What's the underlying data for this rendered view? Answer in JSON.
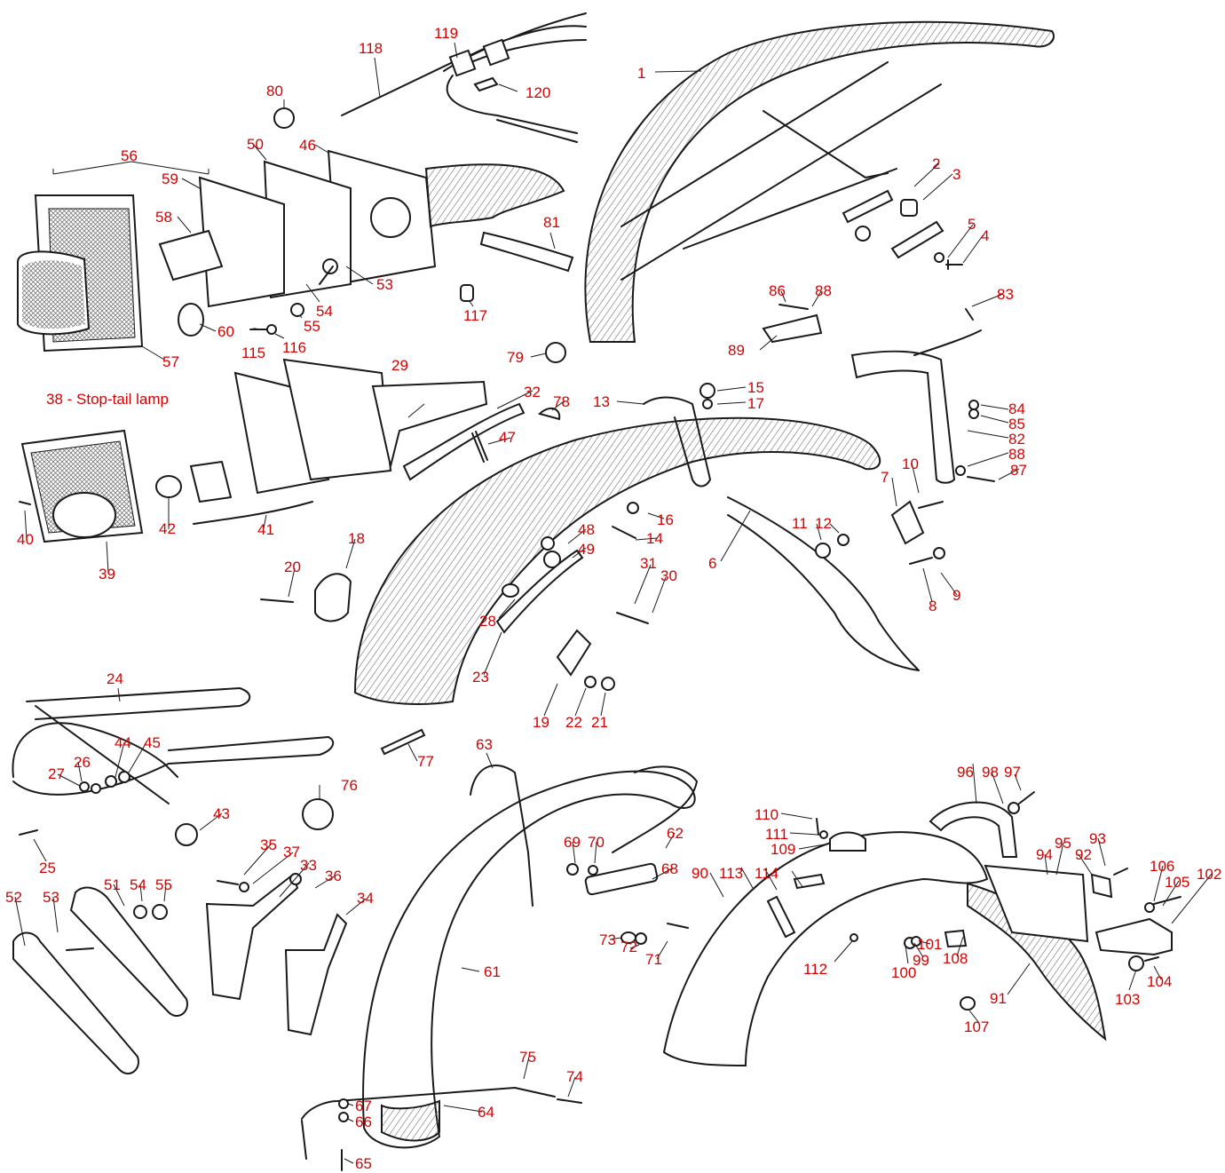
{
  "caption": "38 - Stop-tail lamp",
  "callouts": [
    {
      "id": "1"
    },
    {
      "id": "2"
    },
    {
      "id": "3"
    },
    {
      "id": "4"
    },
    {
      "id": "5"
    },
    {
      "id": "6"
    },
    {
      "id": "7"
    },
    {
      "id": "8"
    },
    {
      "id": "9"
    },
    {
      "id": "10"
    },
    {
      "id": "11"
    },
    {
      "id": "12"
    },
    {
      "id": "13"
    },
    {
      "id": "14"
    },
    {
      "id": "15"
    },
    {
      "id": "16"
    },
    {
      "id": "17"
    },
    {
      "id": "18"
    },
    {
      "id": "19"
    },
    {
      "id": "20"
    },
    {
      "id": "21"
    },
    {
      "id": "22"
    },
    {
      "id": "23"
    },
    {
      "id": "24"
    },
    {
      "id": "25"
    },
    {
      "id": "26"
    },
    {
      "id": "27"
    },
    {
      "id": "28"
    },
    {
      "id": "29"
    },
    {
      "id": "30"
    },
    {
      "id": "31"
    },
    {
      "id": "32"
    },
    {
      "id": "33"
    },
    {
      "id": "34"
    },
    {
      "id": "35"
    },
    {
      "id": "36"
    },
    {
      "id": "37"
    },
    {
      "id": "39"
    },
    {
      "id": "40"
    },
    {
      "id": "41"
    },
    {
      "id": "42"
    },
    {
      "id": "43"
    },
    {
      "id": "44"
    },
    {
      "id": "45"
    },
    {
      "id": "46"
    },
    {
      "id": "47"
    },
    {
      "id": "48"
    },
    {
      "id": "49"
    },
    {
      "id": "50"
    },
    {
      "id": "51"
    },
    {
      "id": "52"
    },
    {
      "id": "53a"
    },
    {
      "id": "53b"
    },
    {
      "id": "54a"
    },
    {
      "id": "54b"
    },
    {
      "id": "55a"
    },
    {
      "id": "55b"
    },
    {
      "id": "56"
    },
    {
      "id": "57"
    },
    {
      "id": "58"
    },
    {
      "id": "59"
    },
    {
      "id": "60"
    },
    {
      "id": "61"
    },
    {
      "id": "62"
    },
    {
      "id": "63"
    },
    {
      "id": "64"
    },
    {
      "id": "65"
    },
    {
      "id": "66"
    },
    {
      "id": "67"
    },
    {
      "id": "68"
    },
    {
      "id": "69"
    },
    {
      "id": "70"
    },
    {
      "id": "71"
    },
    {
      "id": "72"
    },
    {
      "id": "73"
    },
    {
      "id": "74"
    },
    {
      "id": "75"
    },
    {
      "id": "76"
    },
    {
      "id": "77"
    },
    {
      "id": "78"
    },
    {
      "id": "79"
    },
    {
      "id": "80"
    },
    {
      "id": "81"
    },
    {
      "id": "82"
    },
    {
      "id": "83"
    },
    {
      "id": "84"
    },
    {
      "id": "85"
    },
    {
      "id": "86"
    },
    {
      "id": "87"
    },
    {
      "id": "88a"
    },
    {
      "id": "88b"
    },
    {
      "id": "89"
    },
    {
      "id": "90"
    },
    {
      "id": "91"
    },
    {
      "id": "92"
    },
    {
      "id": "93"
    },
    {
      "id": "94"
    },
    {
      "id": "95"
    },
    {
      "id": "96"
    },
    {
      "id": "97"
    },
    {
      "id": "98"
    },
    {
      "id": "99"
    },
    {
      "id": "100"
    },
    {
      "id": "101"
    },
    {
      "id": "102"
    },
    {
      "id": "103"
    },
    {
      "id": "104"
    },
    {
      "id": "105"
    },
    {
      "id": "106"
    },
    {
      "id": "107"
    },
    {
      "id": "108"
    },
    {
      "id": "109"
    },
    {
      "id": "110"
    },
    {
      "id": "111"
    },
    {
      "id": "112"
    },
    {
      "id": "113"
    },
    {
      "id": "114"
    },
    {
      "id": "115"
    },
    {
      "id": "116"
    },
    {
      "id": "117"
    },
    {
      "id": "118"
    },
    {
      "id": "119"
    },
    {
      "id": "120"
    }
  ],
  "labels": {
    "1": "1",
    "2": "2",
    "3": "3",
    "4": "4",
    "5": "5",
    "6": "6",
    "7": "7",
    "8": "8",
    "9": "9",
    "10": "10",
    "11": "11",
    "12": "12",
    "13": "13",
    "14": "14",
    "15": "15",
    "16": "16",
    "17": "17",
    "18": "18",
    "19": "19",
    "20": "20",
    "21": "21",
    "22": "22",
    "23": "23",
    "24": "24",
    "25": "25",
    "26": "26",
    "27": "27",
    "28": "28",
    "29": "29",
    "30": "30",
    "31": "31",
    "32": "32",
    "33": "33",
    "34": "34",
    "35": "35",
    "36": "36",
    "37": "37",
    "39": "39",
    "40": "40",
    "41": "41",
    "42": "42",
    "43": "43",
    "44": "44",
    "45": "45",
    "46": "46",
    "47": "47",
    "48": "48",
    "49": "49",
    "50": "50",
    "51": "51",
    "52": "52",
    "53a": "53",
    "53b": "53",
    "54a": "54",
    "54b": "54",
    "55a": "55",
    "55b": "55",
    "56": "56",
    "57": "57",
    "58": "58",
    "59": "59",
    "60": "60",
    "61": "61",
    "62": "62",
    "63": "63",
    "64": "64",
    "65": "65",
    "66": "66",
    "67": "67",
    "68": "68",
    "69": "69",
    "70": "70",
    "71": "71",
    "72": "72",
    "73": "73",
    "74": "74",
    "75": "75",
    "76": "76",
    "77": "77",
    "78": "78",
    "79": "79",
    "80": "80",
    "81": "81",
    "82": "82",
    "83": "83",
    "84": "84",
    "85": "85",
    "86": "86",
    "87": "87",
    "88a": "88",
    "88b": "88",
    "89": "89",
    "90": "90",
    "91": "91",
    "92": "92",
    "93": "93",
    "94": "94",
    "95": "95",
    "96": "96",
    "97": "97",
    "98": "98",
    "99": "99",
    "100": "100",
    "101": "101",
    "102": "102",
    "103": "103",
    "104": "104",
    "105": "105",
    "106": "106",
    "107": "107",
    "108": "108",
    "109": "109",
    "110": "110",
    "111": "111",
    "112": "112",
    "113": "113",
    "114": "114",
    "115": "115",
    "116": "116",
    "117": "117",
    "118": "118",
    "119": "119",
    "120": "120"
  },
  "colors": {
    "callout": "#d40000",
    "line": "#1a1a1a",
    "background": "#ffffff"
  }
}
